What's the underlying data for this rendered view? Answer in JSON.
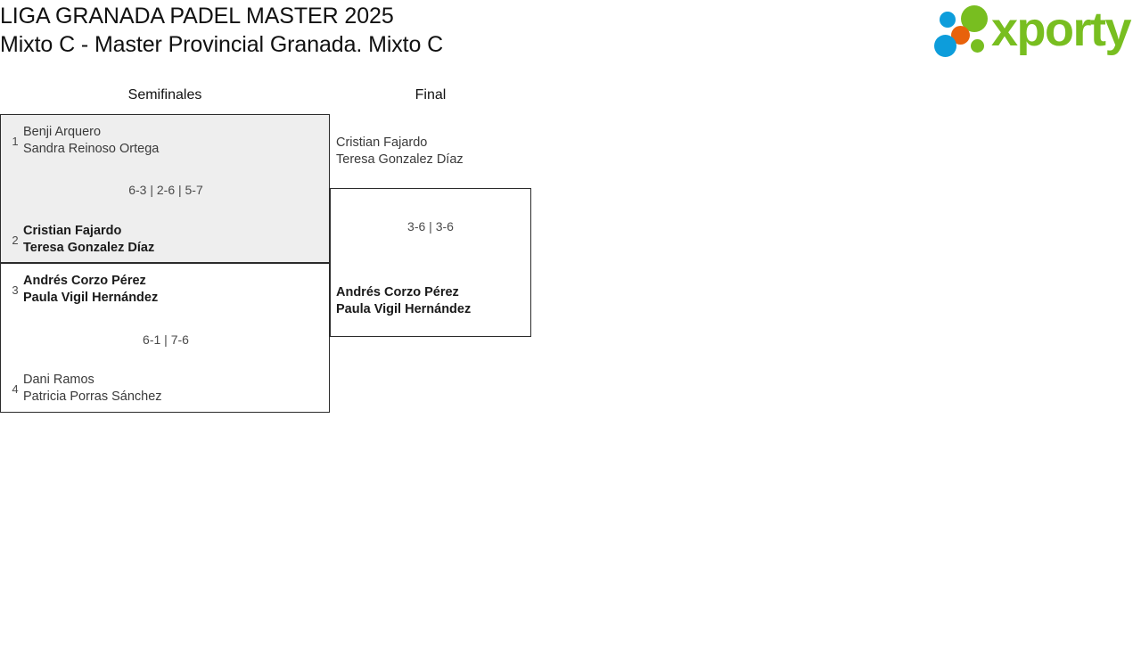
{
  "header": {
    "title_line1": "LIGA GRANADA PADEL MASTER 2025",
    "title_line2": "Mixto C - Master Provincial Granada. Mixto C",
    "logo_word": "xporty",
    "logo_colors": {
      "green": "#78be20",
      "blue": "#0d9ddb",
      "orange": "#e8620c"
    }
  },
  "bracket": {
    "rounds": [
      {
        "label": "Semifinales"
      },
      {
        "label": "Final"
      }
    ],
    "semifinals": [
      {
        "score": "6-3 | 2-6 | 5-7",
        "top": {
          "seed": "1",
          "player1": "Benji Arquero",
          "player2": "Sandra Reinoso Ortega",
          "winner": false
        },
        "bottom": {
          "seed": "2",
          "player1": "Cristian Fajardo",
          "player2": "Teresa Gonzalez Díaz",
          "winner": true
        }
      },
      {
        "score": "6-1 | 7-6",
        "top": {
          "seed": "3",
          "player1": "Andrés Corzo Pérez",
          "player2": "Paula Vigil Hernández",
          "winner": true
        },
        "bottom": {
          "seed": "4",
          "player1": "Dani Ramos",
          "player2": "Patricia Porras Sánchez",
          "winner": false
        }
      }
    ],
    "final": {
      "score": "3-6 | 3-6",
      "top": {
        "player1": "Cristian Fajardo",
        "player2": "Teresa Gonzalez Díaz",
        "winner": false
      },
      "bottom": {
        "player1": "Andrés Corzo Pérez",
        "player2": "Paula Vigil Hernández",
        "winner": true
      }
    }
  }
}
